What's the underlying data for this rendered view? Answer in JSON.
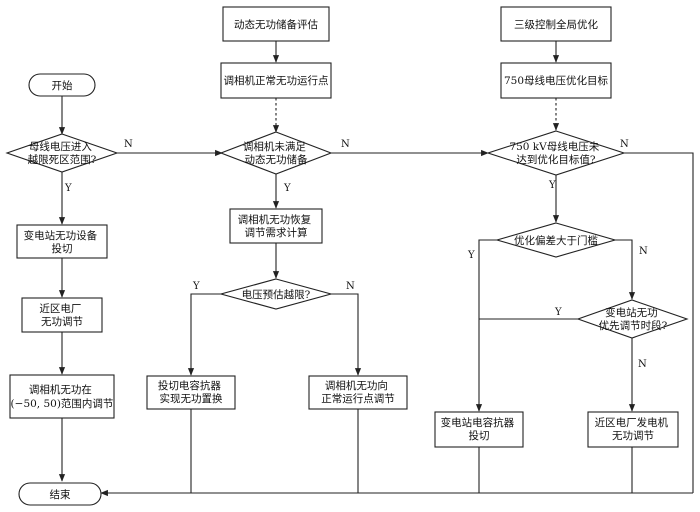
{
  "nodes": {
    "start": [
      "开始"
    ],
    "d1": [
      "母线电压进入",
      "越限死区范围?"
    ],
    "b_sub_switch": [
      "变电站无功设备",
      "投切"
    ],
    "b_near_plant": [
      "近区电厂",
      "无功调节"
    ],
    "b_cond_range": [
      "调相机无功在",
      "(−50, 50)范围内调节"
    ],
    "end": [
      "结束"
    ],
    "b_dyn_eval": [
      "动态无功储备评估"
    ],
    "b_normal_point": [
      "调相机正常无功运行点"
    ],
    "d2": [
      "调相机未满足",
      "动态无功储备"
    ],
    "b_recover_calc": [
      "调相机无功恢复",
      "调节需求计算"
    ],
    "d3": [
      "电压预估越限?"
    ],
    "b_cap_switch": [
      "投切电容抗器",
      "实现无功置换"
    ],
    "b_to_normal": [
      "调相机无功向",
      "正常运行点调节"
    ],
    "b_global_opt": [
      "三级控制全局优化"
    ],
    "b_target": [
      "750母线电压优化目标"
    ],
    "d4": [
      "750 kV母线电压未",
      "达到优化目标值?"
    ],
    "d5": [
      "优化偏差大于门槛"
    ],
    "d6": [
      "变电站无功",
      "优先调节时段?"
    ],
    "b_sub_cap": [
      "变电站电容抗器",
      "投切"
    ],
    "b_plant_gen": [
      "近区电厂发电机",
      "无功调节"
    ]
  },
  "edge_labels": {
    "d1_N": "N",
    "d1_Y": "Y",
    "d2_N": "N",
    "d2_Y": "Y",
    "d3_Y": "Y",
    "d3_N": "N",
    "d4_N": "N",
    "d4_Y": "Y",
    "d5_Y": "Y",
    "d5_N": "N",
    "d6_Y": "Y",
    "d6_N": "N"
  }
}
